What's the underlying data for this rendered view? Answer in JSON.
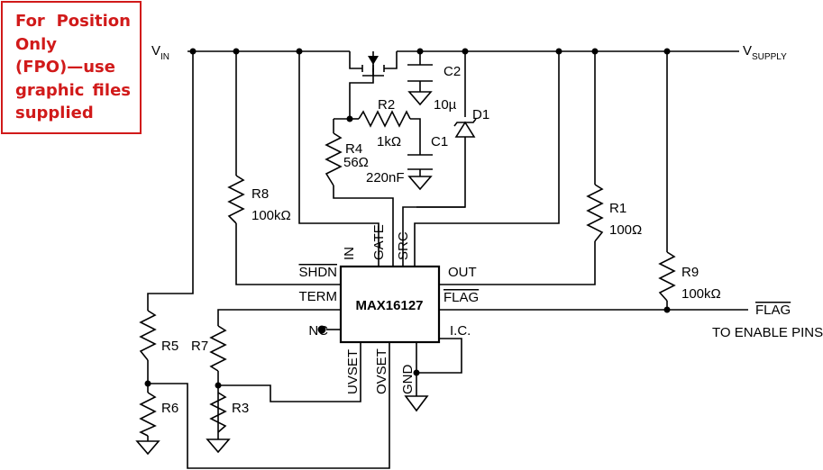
{
  "fpo_note": {
    "lines": [
      "For Position",
      "Only",
      "(FPO)—use",
      "graphic files",
      "supplied"
    ],
    "color": "#d11a1a"
  },
  "chip": {
    "name": "MAX16127",
    "pins": {
      "in": "IN",
      "gate": "GATE",
      "src": "SRC",
      "shdn": "SHDN",
      "out": "OUT",
      "term": "TERM",
      "flag": "FLAG",
      "nc": "NC",
      "ic": "I.C.",
      "uvset": "UVSET",
      "ovset": "OVSET",
      "gnd": "GND"
    }
  },
  "nets": {
    "vin": "V",
    "vin_sub": "IN",
    "vsupply": "V",
    "vsupply_sub": "SUPPLY",
    "flag_out": "FLAG",
    "flag_note": "TO ENABLE PINS"
  },
  "components": {
    "r1": {
      "ref": "R1",
      "value": "100Ω"
    },
    "r2": {
      "ref": "R2",
      "value": "1kΩ"
    },
    "r3": {
      "ref": "R3"
    },
    "r4": {
      "ref": "R4",
      "value": "56Ω"
    },
    "r5": {
      "ref": "R5"
    },
    "r6": {
      "ref": "R6"
    },
    "r7": {
      "ref": "R7"
    },
    "r8": {
      "ref": "R8",
      "value": "100kΩ"
    },
    "r9": {
      "ref": "R9",
      "value": "100kΩ"
    },
    "c1": {
      "ref": "C1",
      "value": "220nF"
    },
    "c2": {
      "ref": "C2",
      "value": "10µ"
    },
    "d1": {
      "ref": "D1"
    }
  }
}
